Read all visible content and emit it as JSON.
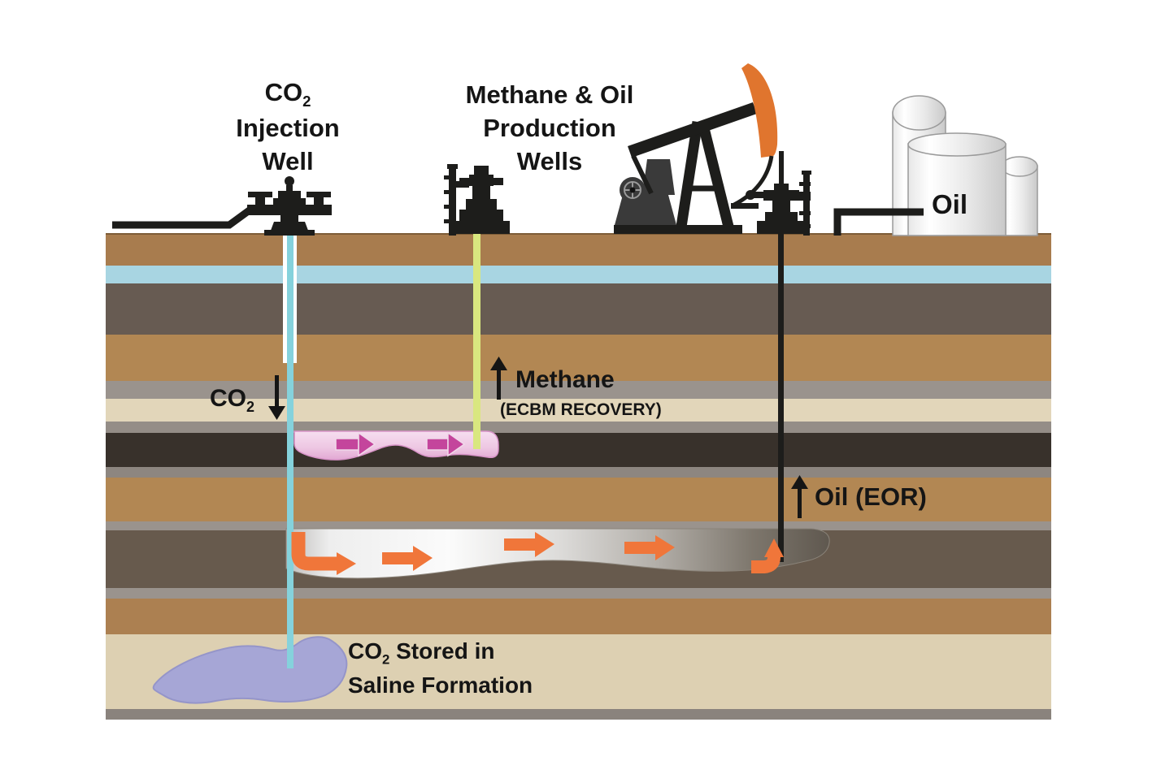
{
  "header_labels": {
    "injection_well": {
      "co2_prefix": "CO",
      "co2_sub": "2",
      "line2": "Injection",
      "line3": "Well"
    },
    "production_wells": {
      "line1": "Methane & Oil",
      "line2": "Production",
      "line3": "Wells"
    }
  },
  "surface": {
    "tank_label": "Oil"
  },
  "subsurface_labels": {
    "co2_injection": {
      "prefix": "CO",
      "sub": "2"
    },
    "methane": {
      "title": "Methane",
      "subtitle": "(ECBM RECOVERY)"
    },
    "oil_eor": {
      "title": "Oil (EOR)"
    },
    "co2_stored": {
      "prefix": "CO",
      "sub": "2",
      "suffix": " Stored in",
      "line2": "Saline Formation"
    }
  },
  "colors": {
    "equipment_black": "#1d1d1b",
    "pumpjack_head_orange": "#e0752e",
    "arrow_orange": "#f0763a",
    "arrow_magenta": "#c4459c",
    "co2_well_cyan": "#85d2dc",
    "co2_well_casing": "#ffffff",
    "methane_well_yellow": "#d9e77f",
    "oil_well_black": "#1d1d1b",
    "co2_plume_pink": "#ecc3e0",
    "co2_stored_lavender": "#a6a6d6",
    "label_text": "#151515"
  },
  "ground": {
    "layers": [
      {
        "name": "surface-soil",
        "color": "#a87c4e",
        "height": 38
      },
      {
        "name": "freshwater-aquifer",
        "color": "#a8d5e2",
        "height": 22
      },
      {
        "name": "shale-cap",
        "color": "#675b52",
        "height": 63
      },
      {
        "name": "sandstone-1",
        "color": "#b28753",
        "height": 57
      },
      {
        "name": "gray-seal-1",
        "color": "#9a938d",
        "height": 22
      },
      {
        "name": "light-band",
        "color": "#e2d6ba",
        "height": 28
      },
      {
        "name": "gray-seal-2",
        "color": "#948d87",
        "height": 14
      },
      {
        "name": "coal-seam",
        "color": "#38312b",
        "height": 42
      },
      {
        "name": "gray-seal-3",
        "color": "#8d8680",
        "height": 13
      },
      {
        "name": "sandstone-2",
        "color": "#b28753",
        "height": 54
      },
      {
        "name": "gray-seal-4",
        "color": "#9a938d",
        "height": 11
      },
      {
        "name": "oil-reservoir",
        "color": "#675a4d",
        "height": 71
      },
      {
        "name": "gray-seal-5",
        "color": "#9a938d",
        "height": 13
      },
      {
        "name": "sandstone-3",
        "color": "#ac8051",
        "height": 44
      },
      {
        "name": "saline-formation",
        "color": "#ddd0b2",
        "height": 92
      },
      {
        "name": "basement",
        "color": "#8a837d",
        "height": 13
      }
    ]
  }
}
